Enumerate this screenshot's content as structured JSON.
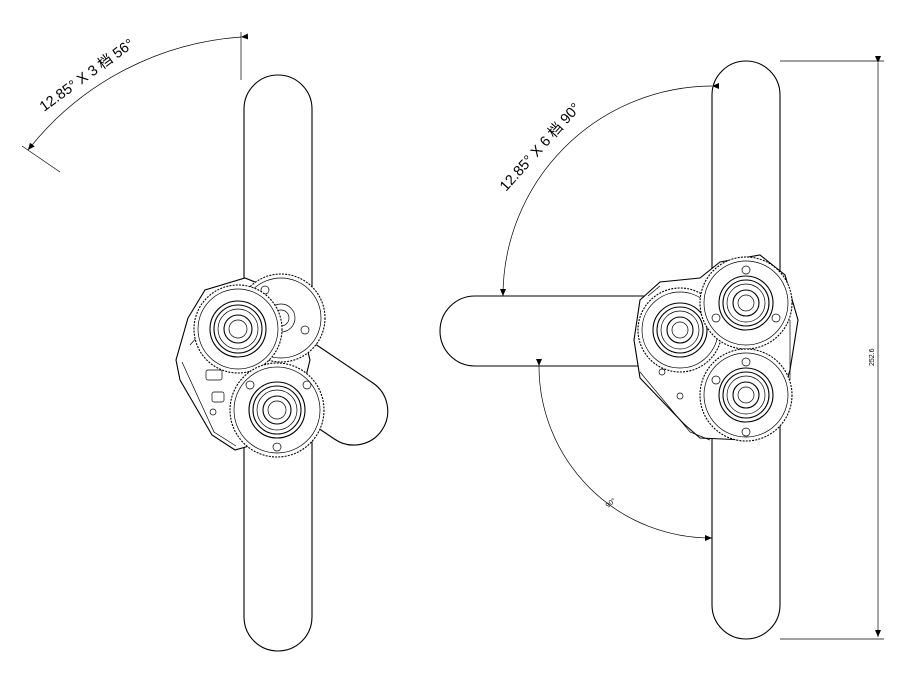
{
  "figure": {
    "left_view": {
      "angle_label": "12.85° X 3 档 56°"
    },
    "right_view": {
      "angle_label": "12.85° X 6 档 90°",
      "small_angle_label": "90°",
      "overall_length_label": "252.6"
    },
    "line_color": "#000000",
    "background": "#ffffff"
  }
}
